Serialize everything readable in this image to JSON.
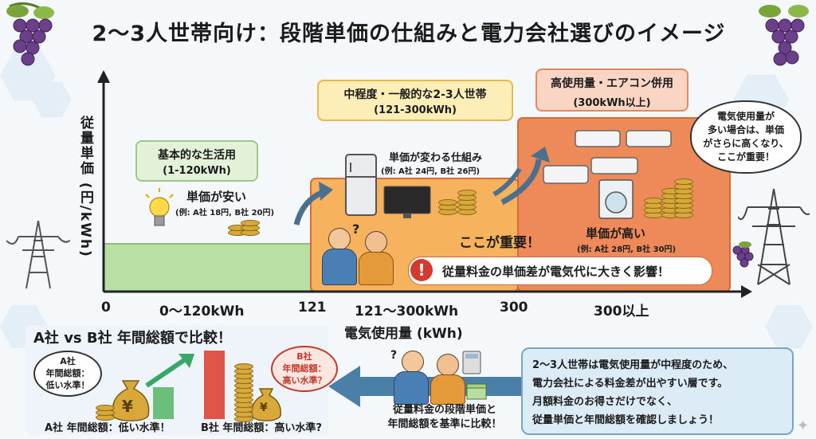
{
  "title": "2〜3人世帯向け：段階単価の仕組みと電力会社選びのイメージ",
  "chart_data": {
    "type": "step-diagram",
    "ylabel": "従量単価 (円/kWh)",
    "xlabel": "電気使用量 (kWh)",
    "x_ticks": [
      "0",
      "0〜120kWh",
      "121",
      "121〜300kWh",
      "300",
      "300以上"
    ],
    "tiers": [
      {
        "range_kwh": [
          0,
          120
        ],
        "level": 1,
        "label": "基本的な生活用",
        "range_label": "(1-120kWh)",
        "price_label": "単価が安い",
        "example": "(例: A社 18円, B社 20円)",
        "a_price": 18,
        "b_price": 20,
        "color": "#b9dfa4"
      },
      {
        "range_kwh": [
          121,
          300
        ],
        "level": 2,
        "label": "中程度・一般的な2-3人世帯",
        "range_label": "(121-300kWh)",
        "price_label": "単価が変わる仕組み",
        "example": "(例: A社 24円, B社 26円)",
        "a_price": 24,
        "b_price": 26,
        "color": "#f6b25c"
      },
      {
        "range_kwh": [
          300,
          null
        ],
        "level": 3,
        "label": "高使用量・エアコン併用",
        "range_label": "(300kWh以上)",
        "price_label": "単価が高い",
        "example": "(例: A社 28円, B社 30円)",
        "a_price": 28,
        "b_price": 30,
        "color": "#ee8a5a"
      }
    ]
  },
  "important_callout": "ここが重要！",
  "warning_text": "従量料金の単価差が電気代に大きく影響！",
  "bubble_text": [
    "電気使用量が",
    "多い場合は、単価",
    "がさらに高くなり、",
    "ここが重要！"
  ],
  "bottom": {
    "compare_title": "A社 vs B社 年間総額で比較！",
    "a_bubble": [
      "A社",
      "年間総額：",
      "低い水準！"
    ],
    "b_bubble": [
      "B社",
      "年間総額：",
      "高い水準？"
    ],
    "a_caption": "A社 年間総額：低い水準！",
    "b_caption": "B社 年間総額：高い水準?",
    "yen_symbol": "¥",
    "couple_caption": [
      "従量料金の段階単価と",
      "年間総額を基準に比較！"
    ],
    "info_lines": [
      "2〜3人世帯は電気使用量が中程度のため、",
      "電力会社による料金差が出やすい層です。",
      "月額料金のお得さだけでなく、",
      "従量単価と年間総額を確認しましょう！"
    ]
  },
  "colors": {
    "green": "#b9dfa4",
    "orange": "#f6b25c",
    "red": "#ee8a5a",
    "panel": "#dcecf7",
    "gold": "#d8a93a"
  }
}
